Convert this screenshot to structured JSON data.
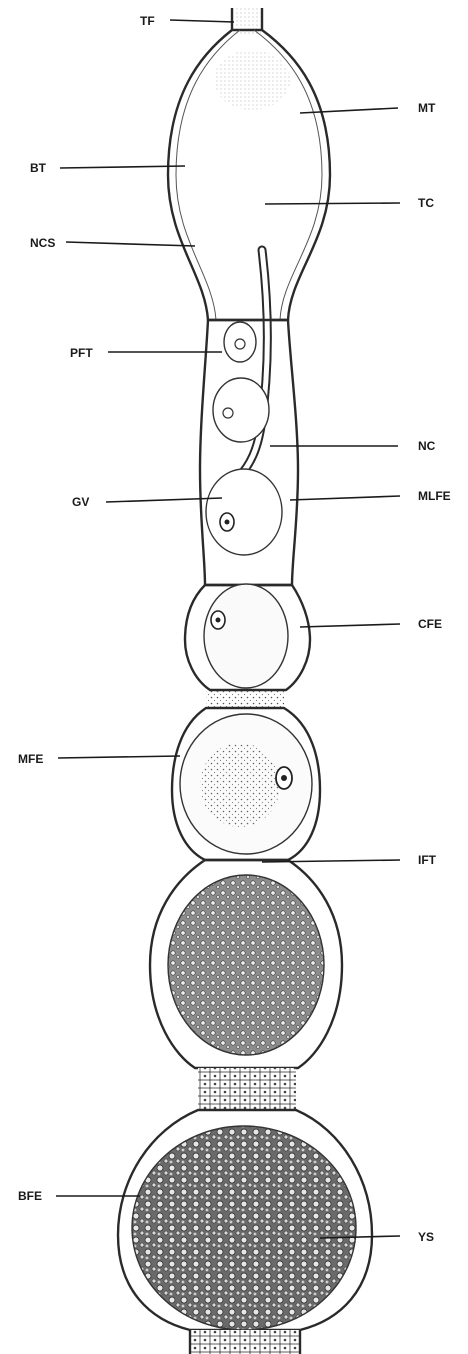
{
  "labels": {
    "tf": "TF",
    "mt": "MT",
    "bt": "BT",
    "tc": "TC",
    "ncs": "NCS",
    "pft": "PFT",
    "nc": "NC",
    "mlfe": "MLFE",
    "gv": "GV",
    "cfe": "CFE",
    "mfe": "MFE",
    "ift": "IFT",
    "bfe": "BFE",
    "ys": "YS"
  }
}
